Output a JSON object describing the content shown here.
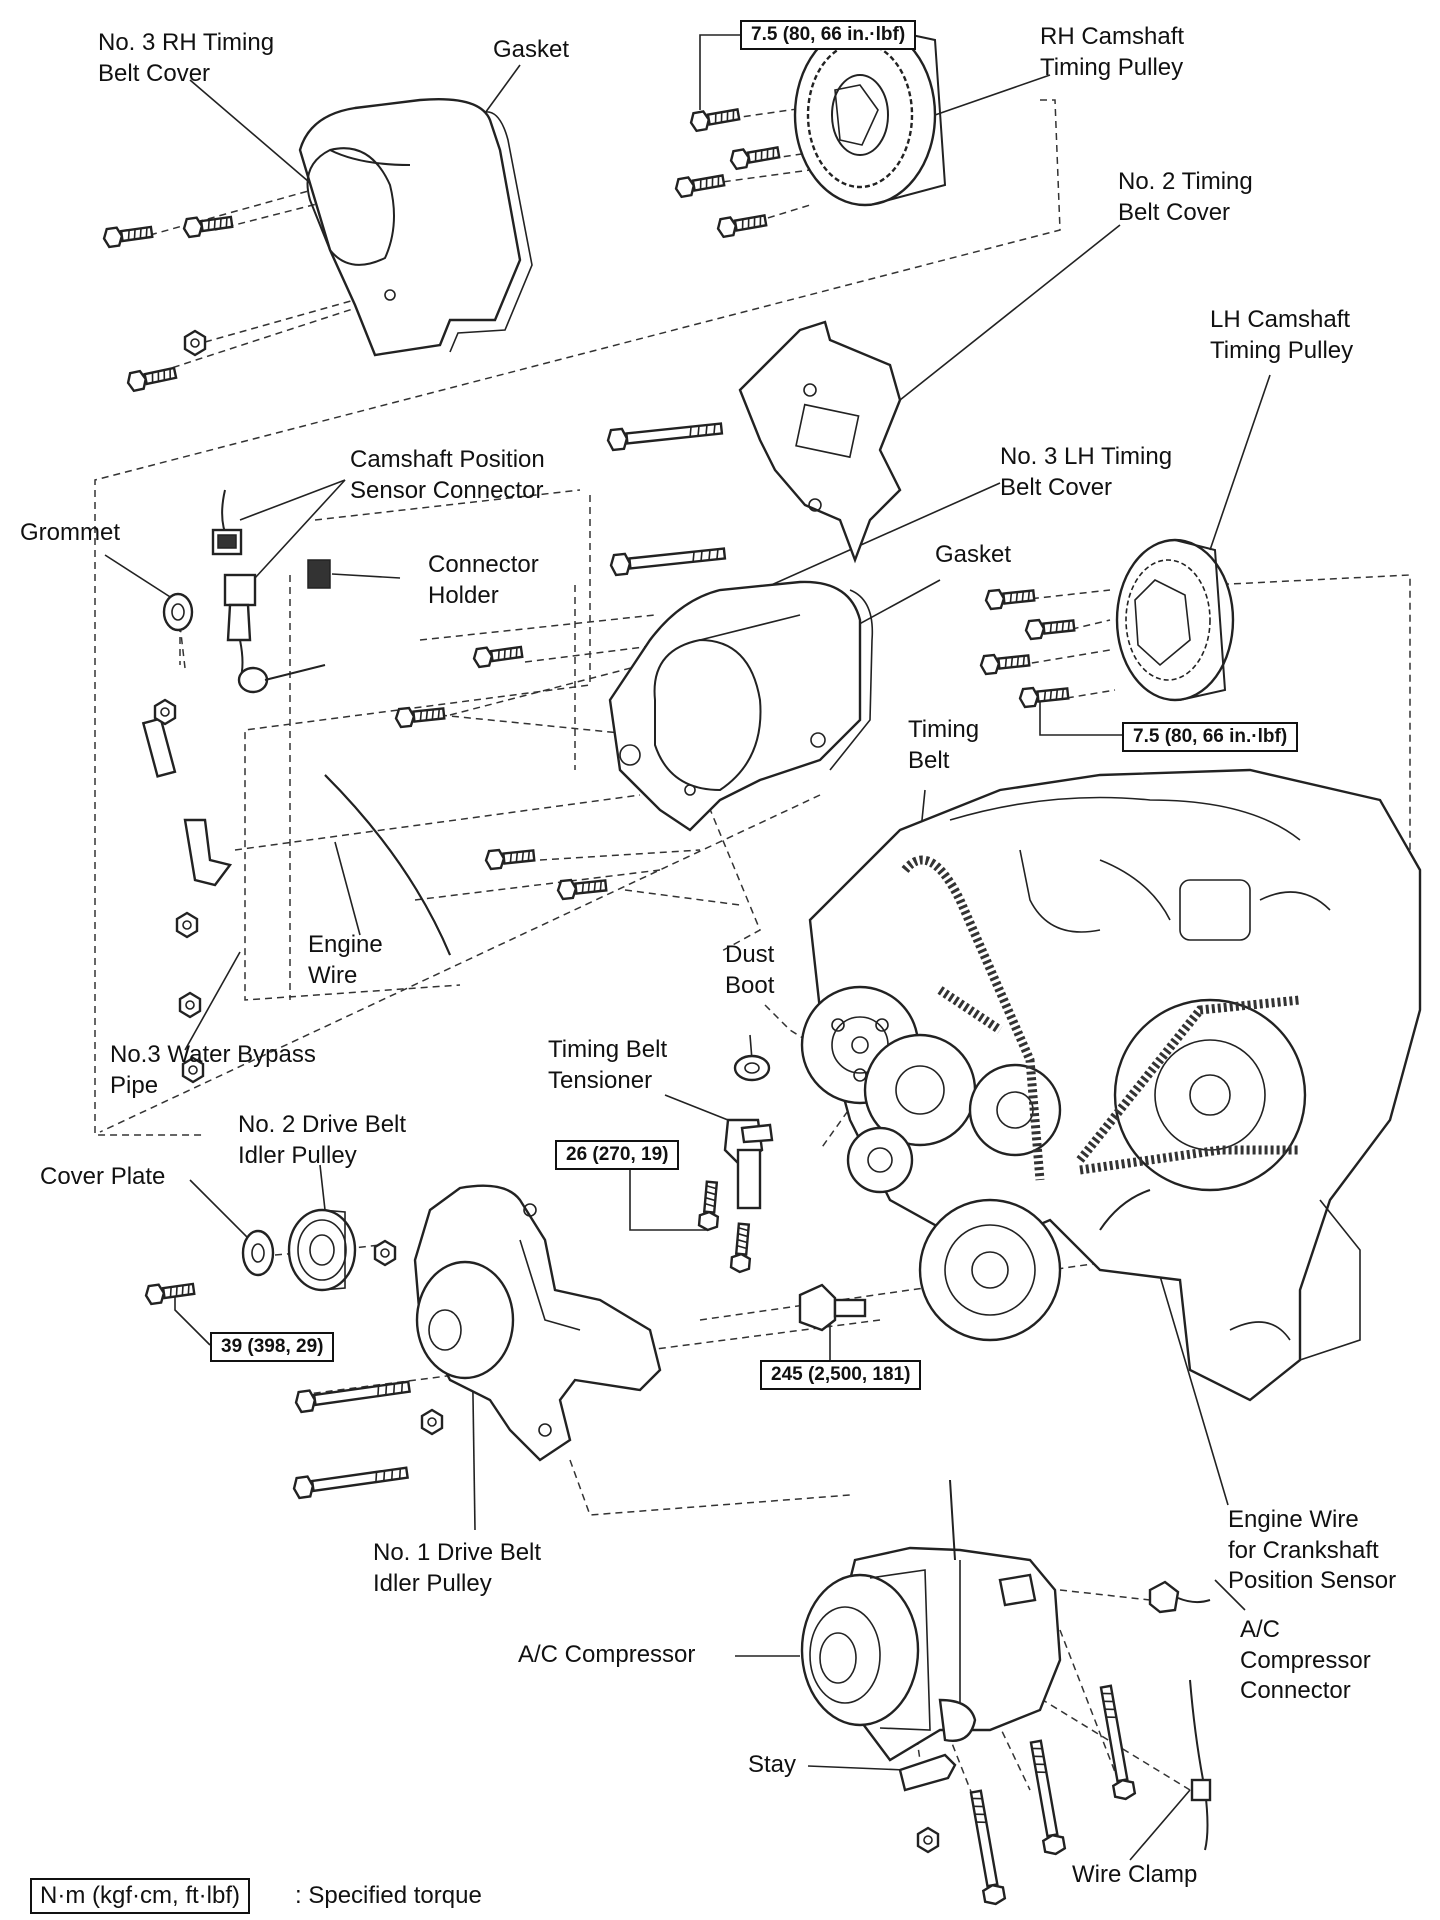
{
  "labels": {
    "rh_cover": "No. 3 RH Timing\nBelt Cover",
    "gasket_top": "Gasket",
    "rh_pulley": "RH Camshaft\nTiming Pulley",
    "no2_cover": "No. 2 Timing\nBelt Cover",
    "lh_pulley": "LH Camshaft\nTiming Pulley",
    "cam_sensor_connector": "Camshaft Position\nSensor Connector",
    "grommet": "Grommet",
    "connector_holder": "Connector\nHolder",
    "lh_cover": "No. 3 LH Timing\nBelt Cover",
    "gasket_mid": "Gasket",
    "timing_belt": "Timing\nBelt",
    "engine_wire": "Engine\nWire",
    "dust_boot": "Dust\nBoot",
    "water_bypass": "No.3 Water Bypass\nPipe",
    "tensioner": "Timing Belt\nTensioner",
    "no2_idler": "No. 2 Drive Belt\nIdler Pulley",
    "cover_plate": "Cover Plate",
    "no1_idler": "No. 1 Drive Belt\nIdler Pulley",
    "engine_wire_crank": "Engine Wire\nfor Crankshaft\nPosition Sensor",
    "ac_compressor": "A/C Compressor",
    "ac_connector": "A/C\nCompressor\nConnector",
    "stay": "Stay",
    "wire_clamp": "Wire Clamp"
  },
  "torques": {
    "rh_pulley_bolt": "7.5 (80, 66 in.·lbf)",
    "lh_pulley_bolt": "7.5 (80, 66 in.·lbf)",
    "tensioner_bolt": "26 (270, 19)",
    "idler_bolt": "39 (398, 29)",
    "crank_bolt": "245 (2,500, 181)"
  },
  "legend": {
    "unit_box": "N·m (kgf·cm, ft·lbf)",
    "meaning": ": Specified torque"
  }
}
